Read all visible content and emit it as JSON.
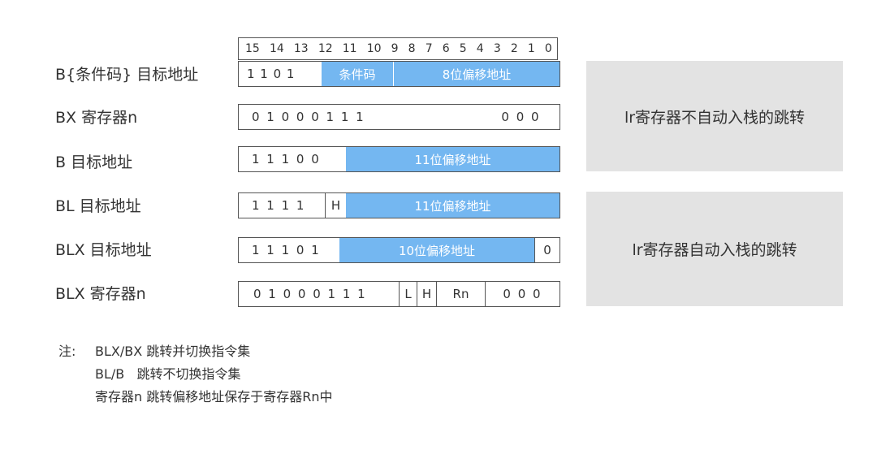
{
  "bit_numbers": [
    "15",
    "14",
    "13",
    "12",
    "11",
    "10",
    "9",
    "8",
    "7",
    "6",
    "5",
    "4",
    "3",
    "2",
    "1",
    "0"
  ],
  "rows": [
    {
      "label": "B{条件码} 目标地址",
      "fields": [
        "1 1 0 1",
        "条件码",
        "8位偏移地址"
      ]
    },
    {
      "label": "BX 寄存器n",
      "fields": [
        "0 1 0 0 0 1 1 1",
        "0 0 0"
      ]
    },
    {
      "label": "B 目标地址",
      "fields": [
        "1 1 1 0 0",
        "11位偏移地址"
      ]
    },
    {
      "label": "BL 目标地址",
      "fields": [
        "1 1 1 1",
        "H",
        "11位偏移地址"
      ]
    },
    {
      "label": "BLX 目标地址",
      "fields": [
        "1 1 1 0 1",
        "10位偏移地址",
        "0"
      ]
    },
    {
      "label": "BLX 寄存器n",
      "fields": [
        "0 1 0 0 0 1 1 1",
        "L",
        "H",
        "Rn",
        "0 0 0"
      ]
    }
  ],
  "groups": [
    {
      "text": "lr寄存器不自动入栈的跳转"
    },
    {
      "text": "lr寄存器自动入栈的跳转"
    }
  ],
  "notes": {
    "prefix": "注:",
    "lines": [
      "BLX/BX 跳转并切换指令集",
      "BL/B   跳转不切换指令集",
      "寄存器n 跳转偏移地址保存于寄存器Rn中"
    ]
  },
  "colors": {
    "highlight": "#74b7f1",
    "group_bg": "#e3e3e3",
    "border": "#555555"
  }
}
